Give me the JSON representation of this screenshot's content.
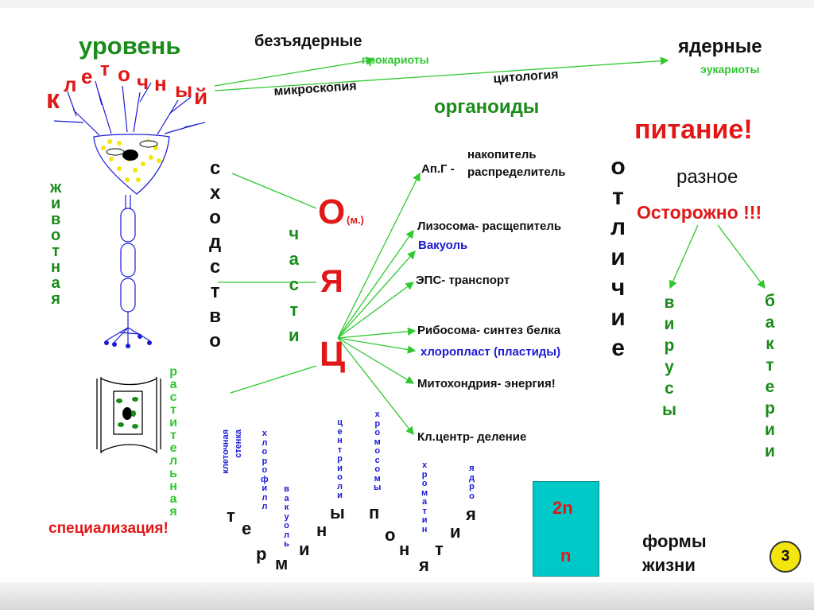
{
  "header": {
    "level_word": "уровень",
    "cellular_letters": [
      "к",
      "л",
      "е",
      "т",
      "о",
      "ч",
      "н",
      "ы",
      "й"
    ],
    "prokaryote_form": "безъядерные",
    "prokaryotes": "прокариоты",
    "eukaryote_form": "ядерные",
    "eukaryotes": "эукариоты",
    "microscopy": "микроскопия",
    "cytology": "цитология",
    "organoids": "органоиды"
  },
  "left": {
    "animal_letters": [
      "ж",
      "и",
      "в",
      "о",
      "т",
      "н",
      "а",
      "я"
    ],
    "plant_letters": [
      "р",
      "а",
      "с",
      "т",
      "и",
      "т",
      "е",
      "л",
      "ь",
      "н",
      "а",
      "я"
    ],
    "specialization": "специализация!"
  },
  "center": {
    "similarity_letters": [
      "с",
      "х",
      "о",
      "д",
      "с",
      "т",
      "в",
      "о"
    ],
    "parts_letters": [
      "ч",
      "а",
      "с",
      "т",
      "и"
    ],
    "nucleus_letters": [
      "О",
      "Я",
      "Ц"
    ],
    "male_note": "(м.)",
    "organelles": [
      {
        "name": "Ап.Г -",
        "desc1": "накопитель",
        "desc2": "распределитель"
      },
      {
        "name": "Лизосома- расщепитель"
      },
      {
        "name": "Вакуоль"
      },
      {
        "name": "ЭПС- транспорт"
      },
      {
        "name": "Рибосома- синтез белка"
      },
      {
        "name": "хлоропласт (пластиды)"
      },
      {
        "name": "Митохондрия- энергия!"
      },
      {
        "name": "Кл.центр- деление"
      }
    ]
  },
  "right": {
    "difference_letters": [
      "о",
      "т",
      "л",
      "и",
      "ч",
      "и",
      "е"
    ],
    "nutrition": "питание!",
    "various": "разное",
    "careful": "Осторожно !!!",
    "viruses_letters": [
      "в",
      "и",
      "р",
      "у",
      "с",
      "ы"
    ],
    "bacteria_letters": [
      "б",
      "а",
      "к",
      "т",
      "е",
      "р",
      "и",
      "и"
    ],
    "ploidy_2n": "2n",
    "ploidy_n": "n",
    "life_forms_1": "формы",
    "life_forms_2": "жизни",
    "page_number": "3"
  },
  "terms": {
    "word_letters": [
      "т",
      "е",
      "р",
      "м",
      "и",
      "н",
      "ы"
    ],
    "concepts_letters": [
      "п",
      "о",
      "н",
      "я",
      "т",
      "и",
      "я"
    ],
    "vertical_words": [
      "клеточная",
      "стенка",
      "хлорофилл",
      "вакуоль",
      "центриоли",
      "хромосомы",
      "хроматин",
      "ядро"
    ]
  },
  "colors": {
    "green": "#1a8c1a",
    "red": "#e01818",
    "blue": "#1a1ad6",
    "box": "#00c8c8",
    "badge": "#f3e60c"
  }
}
